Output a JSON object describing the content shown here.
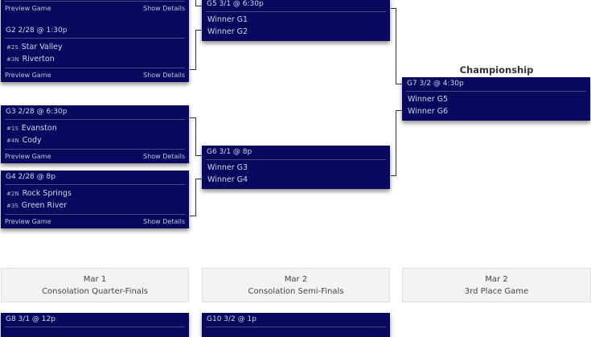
{
  "games": [
    {
      "id": "G1",
      "header": "",
      "footer_left": "Preview Game",
      "footer_right": "Show Details"
    },
    {
      "id": "G2",
      "header": "G2 2/28 @ 1:30p",
      "teams": [
        {
          "seed": "#2S",
          "name": "Star Valley"
        },
        {
          "seed": "#3N",
          "name": "Riverton"
        }
      ],
      "footer_left": "Preview Game",
      "footer_right": "Show Details"
    },
    {
      "id": "G3",
      "header": "G3 2/28 @ 6:30p",
      "teams": [
        {
          "seed": "#1S",
          "name": "Evanston"
        },
        {
          "seed": "#4N",
          "name": "Cody"
        }
      ],
      "footer_left": "Preview Game",
      "footer_right": "Show Details"
    },
    {
      "id": "G4",
      "header": "G4 2/28 @ 8p",
      "teams": [
        {
          "seed": "#2N",
          "name": "Rock Springs"
        },
        {
          "seed": "#3S",
          "name": "Green River"
        }
      ],
      "footer_left": "Preview Game",
      "footer_right": "Show Details"
    },
    {
      "id": "G5",
      "header": "G5 3/1 @ 6:30p",
      "teams": [
        "Winner G1",
        "Winner G2"
      ]
    },
    {
      "id": "G6",
      "header": "G6 3/1 @ 8p",
      "teams": [
        "Winner G3",
        "Winner G4"
      ]
    },
    {
      "id": "G7",
      "header": "G7 3/2 @ 4:30p",
      "teams": [
        "Winner G5",
        "Winner G6"
      ]
    },
    {
      "id": "G8",
      "header": "G8 3/1 @ 12p"
    },
    {
      "id": "G10",
      "header": "G10 3/2 @ 1p"
    }
  ],
  "championship_title": "Championship",
  "rounds": [
    {
      "date": "Mar 1",
      "name": "Consolation Quarter-Finals"
    },
    {
      "date": "Mar 2",
      "name": "Consolation Semi-Finals"
    },
    {
      "date": "Mar 2",
      "name": "3rd Place Game"
    }
  ]
}
